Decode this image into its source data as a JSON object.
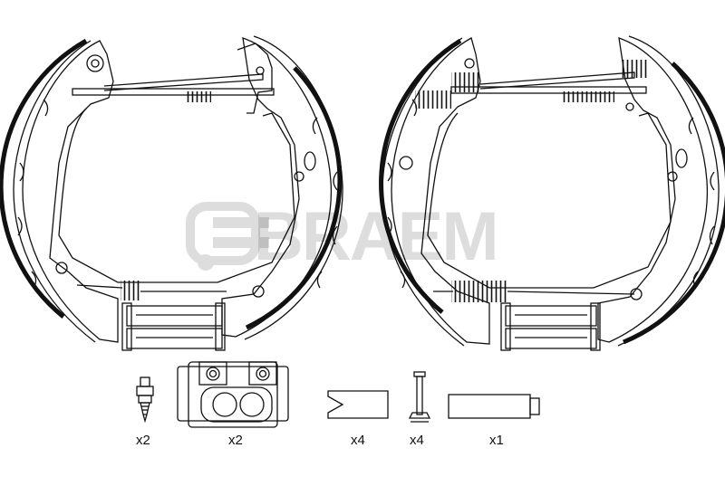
{
  "watermark": {
    "brand_text": "BRAEM"
  },
  "parts": [
    {
      "name": "bleeder-valve",
      "quantity": "x2"
    },
    {
      "name": "wheel-cylinder",
      "quantity": "x2"
    },
    {
      "name": "retaining-clip",
      "quantity": "x4"
    },
    {
      "name": "hold-down-pin",
      "quantity": "x4"
    },
    {
      "name": "adjuster-sleeve",
      "quantity": "x1"
    }
  ]
}
